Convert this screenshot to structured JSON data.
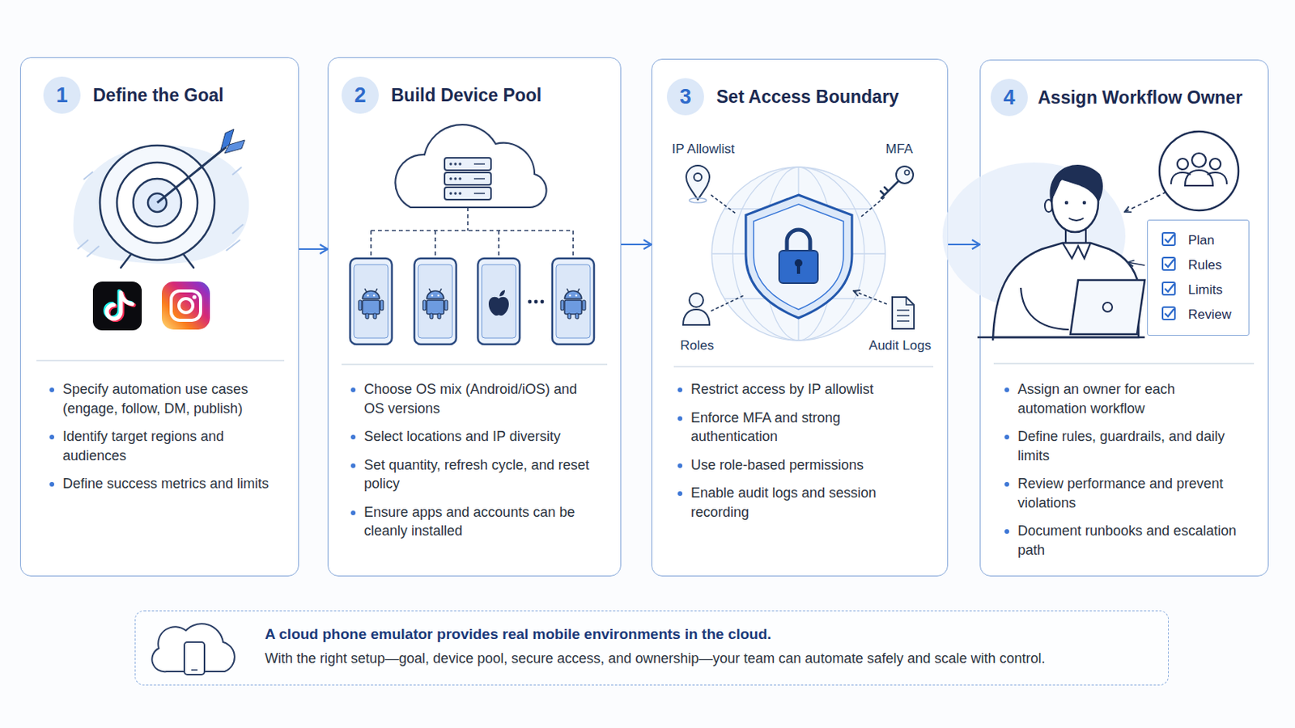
{
  "diagram": {
    "nodes": [
      {
        "text": [
          "Define the Goal",
          "Specify automation use cases (engage, follow, DM, publish)",
          "Identify target regions and audiences",
          "Define success metrics and limits"
        ]
      },
      {
        "text": [
          "1"
        ],
        "in": 0
      },
      {
        "text": [
          "Build Device Pool",
          "Choose OS mix (Android/iOS) and OS versions",
          "Select locations and IP diversity",
          "Set quantity, refresh cycle, and reset policy",
          "Ensure apps and accounts can be cleanly installed"
        ]
      },
      {
        "text": [
          "2"
        ],
        "in": 2
      },
      {
        "text": [
          "Set Access Boundary",
          "Restrict access by IP allowlist",
          "Enforce MFA and strong authentication",
          "Use role-based permissions",
          "Enable audit logs and session recording"
        ]
      },
      {
        "text": [
          "3"
        ],
        "in": 4
      },
      {
        "text": [
          "Assign Workflow Owner",
          "Assign an owner for each automation workflow",
          "Define rules, guardrails, and daily limits",
          "Review performance and prevent violations",
          "Document runbooks and escalation path"
        ]
      },
      {
        "text": [
          "4"
        ],
        "in": 6
      },
      {
        "text": [
          "Plan",
          "Rules",
          "Limits",
          "Review"
        ],
        "in": 6
      },
      {
        "text": [
          "A cloud phone emulator provides real mobile environments in the cloud.",
          "With the right setup—goal, device pool, secure access, and ownership—your team can automate safely and scale with control."
        ]
      }
    ],
    "edges": [
      {
        "from": 0,
        "to": 2,
        "arrow": "to"
      },
      {
        "from": 2,
        "to": 4,
        "arrow": "to"
      },
      {
        "from": 4,
        "to": 6,
        "arrow": "to"
      }
    ],
    "labels": [
      "IP Allowlist",
      "MFA",
      "Roles",
      "Audit Logs"
    ]
  }
}
